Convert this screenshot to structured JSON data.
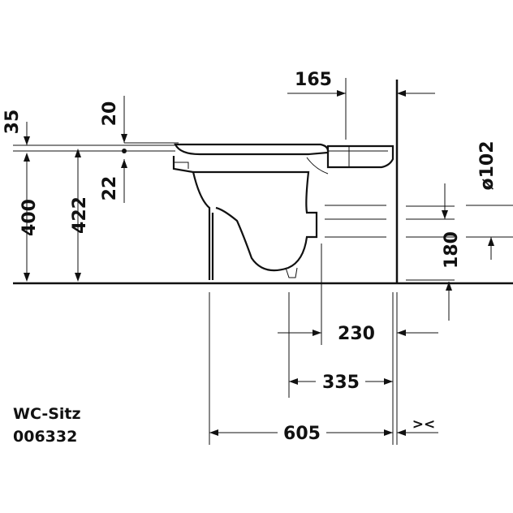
{
  "dimensions": {
    "d165": "165",
    "d35": "35",
    "d20": "20",
    "d22": "22",
    "d400": "400",
    "d422": "422",
    "d102": "ø102",
    "d180": "180",
    "d230": "230",
    "d335": "335",
    "d605": "605",
    "offset": "><"
  },
  "caption": {
    "line1": "WC-Sitz",
    "line2": "006332"
  }
}
